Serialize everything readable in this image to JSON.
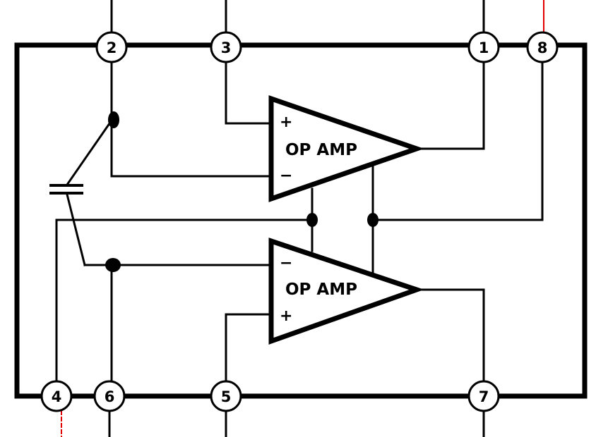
{
  "amplifiers": [
    {
      "label": "OP AMP",
      "plus": "+",
      "minus": "−"
    },
    {
      "label": "OP AMP",
      "plus": "+",
      "minus": "−"
    }
  ],
  "pins": {
    "p1": "1",
    "p2": "2",
    "p3": "3",
    "p4": "4",
    "p5": "5",
    "p6": "6",
    "p7": "7",
    "p8": "8"
  },
  "colors": {
    "ink": "#000000",
    "accent": "#e00000",
    "paper": "#ffffff"
  }
}
